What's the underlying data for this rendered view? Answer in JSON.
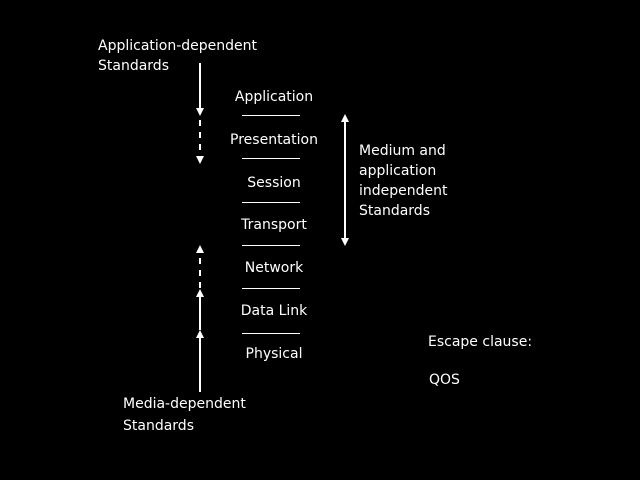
{
  "diagram": {
    "app_dependent_label_line1": "Application-dependent",
    "app_dependent_label_line2": "Standards",
    "layers": [
      "Application",
      "Presentation",
      "Session",
      "Transport",
      "Network",
      "Data Link",
      "Physical"
    ],
    "medium_label_line1": "Medium and",
    "medium_label_line2": "application",
    "medium_label_line3": "independent",
    "medium_label_line4": "Standards",
    "media_dependent_label_line1": "Media-dependent",
    "media_dependent_label_line2": "Standards",
    "escape_clause": "Escape clause:",
    "qos": "QOS"
  },
  "colors": {
    "background": "#000000",
    "foreground": "#ffffff"
  }
}
